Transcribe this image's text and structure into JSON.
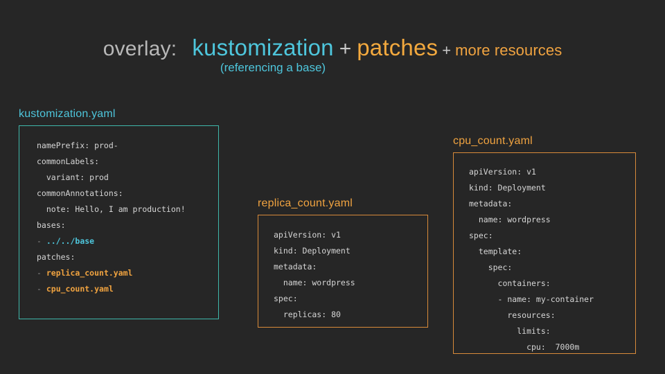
{
  "slide": {
    "background_color": "#262626",
    "accent_cyan": "#4ec6dc",
    "accent_orange": "#f0a340",
    "text_gray": "#b8b8b8"
  },
  "title": {
    "prefix": "overlay:",
    "term1": "kustomization",
    "plus1": "+",
    "term2": "patches",
    "plus2": "+",
    "term3": "more resources",
    "subtitle": "(referencing a base)"
  },
  "cards": [
    {
      "id": "kustomization",
      "label": "kustomization.yaml",
      "label_color": "#4ec6dc",
      "border_color": "#3fb8ab",
      "lines": [
        [
          {
            "t": "namePrefix: prod-",
            "c": "plain"
          }
        ],
        [
          {
            "t": "commonLabels:",
            "c": "plain"
          }
        ],
        [
          {
            "t": "  variant: prod",
            "c": "plain"
          }
        ],
        [
          {
            "t": "commonAnnotations:",
            "c": "plain"
          }
        ],
        [
          {
            "t": "  note: Hello, I am production!",
            "c": "plain"
          }
        ],
        [
          {
            "t": "bases:",
            "c": "plain"
          }
        ],
        [
          {
            "t": "- ",
            "c": "dash"
          },
          {
            "t": "../../base",
            "c": "cyan"
          }
        ],
        [
          {
            "t": "patches:",
            "c": "plain"
          }
        ],
        [
          {
            "t": "- ",
            "c": "dash"
          },
          {
            "t": "replica_count.yaml",
            "c": "orange"
          }
        ],
        [
          {
            "t": "- ",
            "c": "dash"
          },
          {
            "t": "cpu_count.yaml",
            "c": "orange"
          }
        ]
      ]
    },
    {
      "id": "replica",
      "label": "replica_count.yaml",
      "label_color": "#f0a340",
      "border_color": "#d98b3a",
      "lines": [
        [
          {
            "t": "apiVersion: v1",
            "c": "plain"
          }
        ],
        [
          {
            "t": "kind: Deployment",
            "c": "plain"
          }
        ],
        [
          {
            "t": "metadata:",
            "c": "plain"
          }
        ],
        [
          {
            "t": "  name: wordpress",
            "c": "plain"
          }
        ],
        [
          {
            "t": "spec:",
            "c": "plain"
          }
        ],
        [
          {
            "t": "  replicas: 80",
            "c": "plain"
          }
        ]
      ]
    },
    {
      "id": "cpu",
      "label": "cpu_count.yaml",
      "label_color": "#f0a340",
      "border_color": "#d98b3a",
      "lines": [
        [
          {
            "t": "apiVersion: v1",
            "c": "plain"
          }
        ],
        [
          {
            "t": "kind: Deployment",
            "c": "plain"
          }
        ],
        [
          {
            "t": "metadata:",
            "c": "plain"
          }
        ],
        [
          {
            "t": "  name: wordpress",
            "c": "plain"
          }
        ],
        [
          {
            "t": "spec:",
            "c": "plain"
          }
        ],
        [
          {
            "t": "  template:",
            "c": "plain"
          }
        ],
        [
          {
            "t": "    spec:",
            "c": "plain"
          }
        ],
        [
          {
            "t": "      containers:",
            "c": "plain"
          }
        ],
        [
          {
            "t": "      - name: my-container",
            "c": "plain"
          }
        ],
        [
          {
            "t": "        resources:",
            "c": "plain"
          }
        ],
        [
          {
            "t": "          limits:",
            "c": "plain"
          }
        ],
        [
          {
            "t": "            cpu:  7000m",
            "c": "plain"
          }
        ]
      ]
    }
  ]
}
